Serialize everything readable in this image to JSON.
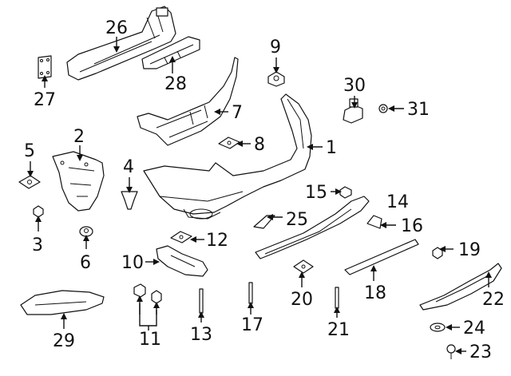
{
  "diagram": {
    "callouts": [
      {
        "id": "1",
        "label": "1"
      },
      {
        "id": "2",
        "label": "2"
      },
      {
        "id": "3",
        "label": "3"
      },
      {
        "id": "4",
        "label": "4"
      },
      {
        "id": "5",
        "label": "5"
      },
      {
        "id": "6",
        "label": "6"
      },
      {
        "id": "7",
        "label": "7"
      },
      {
        "id": "8",
        "label": "8"
      },
      {
        "id": "9",
        "label": "9"
      },
      {
        "id": "10",
        "label": "10"
      },
      {
        "id": "11",
        "label": "11"
      },
      {
        "id": "12",
        "label": "12"
      },
      {
        "id": "13",
        "label": "13"
      },
      {
        "id": "14",
        "label": "14"
      },
      {
        "id": "15",
        "label": "15"
      },
      {
        "id": "16",
        "label": "16"
      },
      {
        "id": "17",
        "label": "17"
      },
      {
        "id": "18",
        "label": "18"
      },
      {
        "id": "19",
        "label": "19"
      },
      {
        "id": "20",
        "label": "20"
      },
      {
        "id": "21",
        "label": "21"
      },
      {
        "id": "22",
        "label": "22"
      },
      {
        "id": "23",
        "label": "23"
      },
      {
        "id": "24",
        "label": "24"
      },
      {
        "id": "25",
        "label": "25"
      },
      {
        "id": "26",
        "label": "26"
      },
      {
        "id": "27",
        "label": "27"
      },
      {
        "id": "28",
        "label": "28"
      },
      {
        "id": "29",
        "label": "29"
      },
      {
        "id": "30",
        "label": "30"
      },
      {
        "id": "31",
        "label": "31"
      }
    ]
  }
}
